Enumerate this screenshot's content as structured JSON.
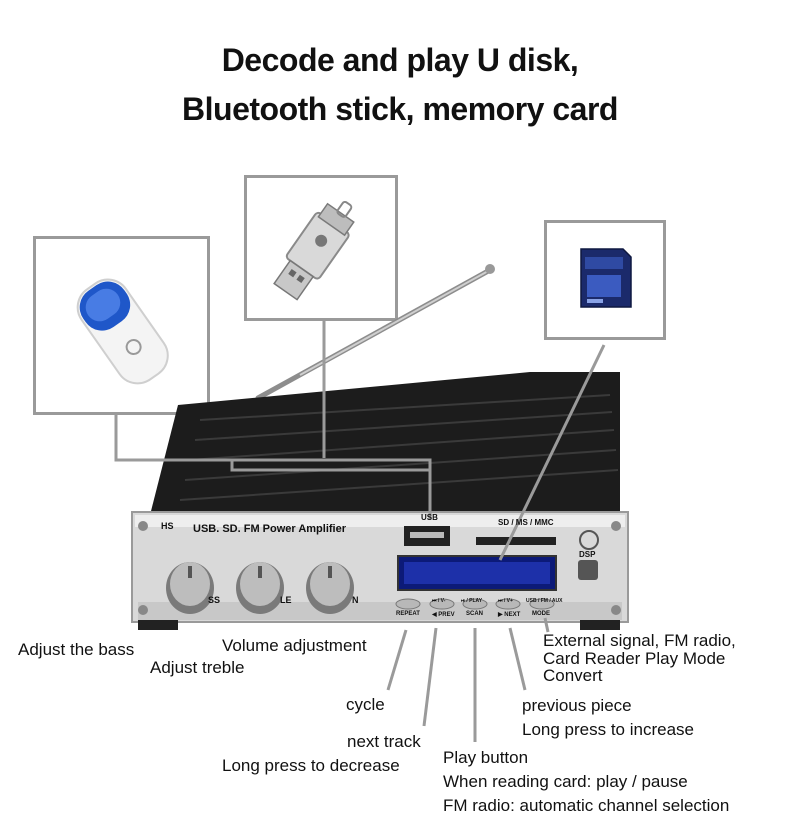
{
  "heading": {
    "line1": "Decode and play U disk,",
    "line2": "Bluetooth stick, memory card"
  },
  "device": {
    "panel_label": "USB. SD. FM Power Amplifier",
    "logo": "HS",
    "usb_label": "USB",
    "card_label": "SD / MS / MMC",
    "dsp_label": "DSP",
    "buttons": [
      {
        "top": "REPEAT",
        "bottom": ""
      },
      {
        "top": "⏮ / V-",
        "bottom": "◀ PREV"
      },
      {
        "top": "⏯ / PLAY",
        "bottom": "SCAN"
      },
      {
        "top": "⏭ / V+",
        "bottom": "▶ NEXT"
      },
      {
        "top": "USB / FM / AUX",
        "bottom": "MODE"
      }
    ],
    "knob_labels": [
      "SS",
      "LE",
      "N"
    ]
  },
  "callouts": {
    "bass": "Adjust the bass",
    "treble": "Adjust treble",
    "volume": "Volume adjustment",
    "mode_line1": "External signal, FM radio,",
    "mode_line2": "Card Reader Play Mode",
    "mode_line3": "Convert",
    "cycle": "cycle",
    "prev_line1": "previous piece",
    "prev_line2": "Long press to increase",
    "next_line1": "next track",
    "next_line2": "Long press to decrease",
    "play_line1": "Play button",
    "play_line2": "When reading card: play / pause",
    "play_line3": "FM radio: automatic channel selection"
  }
}
